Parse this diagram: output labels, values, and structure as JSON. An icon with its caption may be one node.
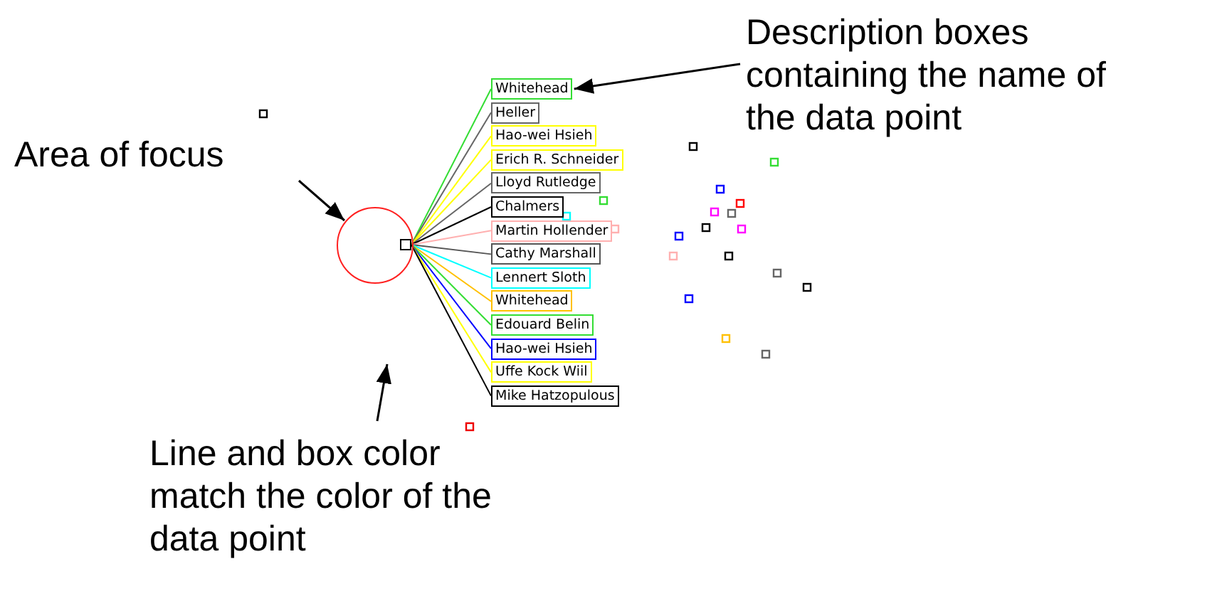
{
  "diagram": {
    "nodes": [
      {
        "text": [
          "Area of focus"
        ]
      },
      {
        "text": [],
        "shape": "circle"
      },
      {
        "text": [],
        "shape": "box",
        "in": 1
      },
      {
        "text": [
          "Whitehead"
        ]
      },
      {
        "text": [
          "Heller"
        ]
      },
      {
        "text": [
          "Hao-wei Hsieh"
        ]
      },
      {
        "text": [
          "Erich R. Schneider"
        ]
      },
      {
        "text": [
          "Lloyd Rutledge"
        ]
      },
      {
        "text": [
          "Chalmers"
        ]
      },
      {
        "text": [
          "Martin Hollender"
        ]
      },
      {
        "text": [
          "Cathy Marshall"
        ]
      },
      {
        "text": [
          "Lennert Sloth"
        ]
      },
      {
        "text": [
          "Whitehead"
        ]
      },
      {
        "text": [
          "Edouard Belin"
        ]
      },
      {
        "text": [
          "Hao-wei Hsieh"
        ]
      },
      {
        "text": [
          "Uffe Kock Wiil"
        ]
      },
      {
        "text": [
          "Mike Hatzopulous"
        ]
      },
      {
        "text": [
          "Description boxes containing the name of the data point"
        ]
      },
      {
        "text": [
          "Line and box color match the color of the data point"
        ]
      }
    ],
    "edges": [
      {
        "from": 0,
        "to": 1,
        "arrow": "to"
      },
      {
        "from": 2,
        "to": 3,
        "arrow": "none",
        "color": "#33dd33"
      },
      {
        "from": 2,
        "to": 4,
        "arrow": "none",
        "color": "#666666"
      },
      {
        "from": 2,
        "to": 5,
        "arrow": "none",
        "color": "#ffff00"
      },
      {
        "from": 2,
        "to": 6,
        "arrow": "none",
        "color": "#ffff00"
      },
      {
        "from": 2,
        "to": 7,
        "arrow": "none",
        "color": "#666666"
      },
      {
        "from": 2,
        "to": 8,
        "arrow": "none",
        "color": "#000000"
      },
      {
        "from": 2,
        "to": 9,
        "arrow": "none",
        "color": "#ffb0b0"
      },
      {
        "from": 2,
        "to": 10,
        "arrow": "none",
        "color": "#555555"
      },
      {
        "from": 2,
        "to": 11,
        "arrow": "none",
        "color": "#00ffff"
      },
      {
        "from": 2,
        "to": 12,
        "arrow": "none",
        "color": "#ffc000"
      },
      {
        "from": 2,
        "to": 13,
        "arrow": "none",
        "color": "#33dd33"
      },
      {
        "from": 2,
        "to": 14,
        "arrow": "none",
        "color": "#0000ff"
      },
      {
        "from": 2,
        "to": 15,
        "arrow": "none",
        "color": "#ffff00"
      },
      {
        "from": 2,
        "to": 16,
        "arrow": "none",
        "color": "#000000"
      },
      {
        "from": 17,
        "to": 3,
        "arrow": "to"
      },
      {
        "from": 18,
        "to": null,
        "arrow": "to"
      }
    ]
  }
}
